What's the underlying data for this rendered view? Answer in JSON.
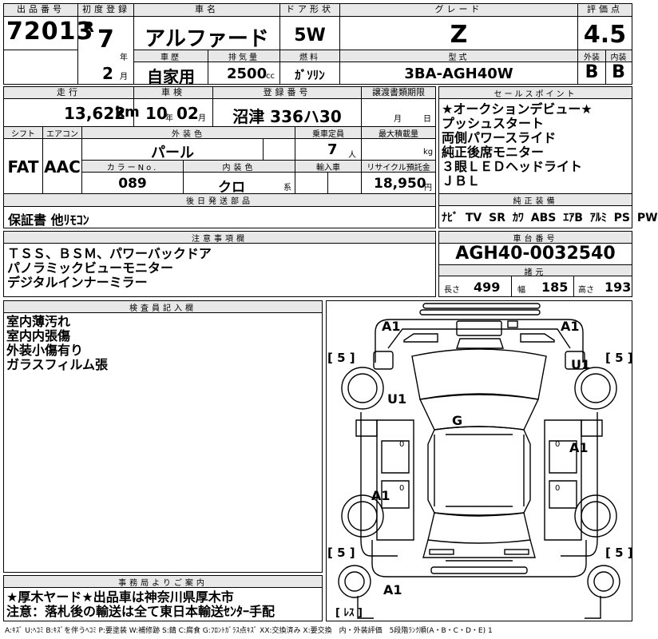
{
  "row1": {
    "lot_label": "出品番号",
    "lot_no": "72013",
    "first_reg_label": "初度登録",
    "era": "R",
    "year": "7",
    "year_unit": "年",
    "month": "2",
    "month_unit": "月",
    "car_name_label": "車名",
    "car_name": "アルファード",
    "door_label": "ドア形状",
    "door": "5W",
    "grade_label": "グレード",
    "grade": "Z",
    "score_label": "評価点",
    "score": "4.5",
    "ext_label": "外装",
    "int_label": "内装",
    "ext_grade": "B",
    "int_grade": "B",
    "history_label": "車歴",
    "history": "自家用",
    "displacement_label": "排気量",
    "displacement": "2500",
    "displacement_unit": "cc",
    "fuel_label": "燃料",
    "fuel": "ｶﾞｿﾘﾝ",
    "model_label": "型式",
    "model": "3BA-AGH40W"
  },
  "row2": {
    "mileage_label": "走行",
    "mileage": "13,622",
    "mileage_unit": "km",
    "inspection_label": "車検",
    "insp_year": "10",
    "insp_year_unit": "年",
    "insp_month": "02",
    "insp_month_unit": "月",
    "plate_label": "登録番号",
    "plate": "沼津 336ハ30",
    "transfer_label": "譲渡書類期限",
    "transfer_month_unit": "月",
    "transfer_day_unit": "日",
    "shift_label": "シフト",
    "shift": "FAT",
    "ac_label": "エアコン",
    "ac": "AAC",
    "color_label": "外装色",
    "color": "パール",
    "capacity_label": "乗車定員",
    "capacity": "7",
    "capacity_unit": "人",
    "load_label": "最大積載量",
    "load_unit": "kg",
    "color_no_label": "カラーNo.",
    "color_no": "089",
    "int_color_label": "内装色",
    "int_color": "クロ",
    "int_color_unit": "系",
    "import_label": "輸入車",
    "recycle_label": "リサイクル預託金",
    "recycle": "18,950",
    "recycle_unit": "円",
    "later_label": "後日発送部品",
    "later": "保証書 他ﾘﾓｺﾝ"
  },
  "sales": {
    "label": "セールスポイント",
    "lines": [
      "★オークションデビュー★",
      "プッシュスタート",
      "両側パワースライド",
      "純正後席モニター",
      "３眼ＬＥＤヘッドライト",
      "ＪＢＬ"
    ]
  },
  "equipment": {
    "label": "純正装備",
    "items": [
      "ﾅﾋﾞ",
      "TV",
      "SR",
      "ｶﾜ",
      "ABS",
      "ｴｱB",
      "ｱﾙﾐ",
      "PS",
      "PW"
    ]
  },
  "notes": {
    "label": "注意事項欄",
    "lines": [
      "ＴＳＳ、ＢＳＭ、パワーバックドア",
      "パノラミックビューモニター",
      "デジタルインナーミラー"
    ]
  },
  "chassis": {
    "label": "車台番号",
    "number": "AGH40-0032540"
  },
  "specs": {
    "label": "諸元",
    "length_label": "長さ",
    "length": "499",
    "width_label": "幅",
    "width": "185",
    "height_label": "高さ",
    "height": "193"
  },
  "inspector": {
    "label": "検査員記入欄",
    "lines": [
      "室内薄汚れ",
      "室内内張傷",
      "外装小傷有り",
      "ガラスフィルム張"
    ]
  },
  "office": {
    "label": "事務局よりご案内",
    "lines": [
      "★厚木ヤード★出品車は神奈川県厚木市",
      "注意：落札後の輸送は全て東日本輸送ｾﾝﾀｰ手配"
    ]
  },
  "diagram": {
    "marks": {
      "a1_tl": "A1",
      "a1_tr": "A1",
      "u1_r": "U1",
      "u1_l": "U1",
      "g": "G",
      "a1_mr": "A1",
      "a1_ml": "A1",
      "a1_b": "A1"
    },
    "tires": {
      "tl": "[ 5 ]",
      "tr": "[ 5 ]",
      "bl": "[ 5 ]",
      "br": "[ 5 ]",
      "spare": "[ ﾚｽ ]"
    },
    "zeros": [
      "0",
      "0",
      "0",
      "0"
    ]
  },
  "legend": "A:ｷｽﾞ U:ﾍｺﾐ B:ｷｽﾞを伴うﾍｺﾐ P:要塗装 W:補修跡 S:錆 C:腐食 G:ﾌﾛﾝﾄｶﾞﾗｽ点ｷｽﾞ XX:交換済み X:要交換　内・外装評価　5段階ﾗﾝｸ順(A・B・C・D・E) 1"
}
